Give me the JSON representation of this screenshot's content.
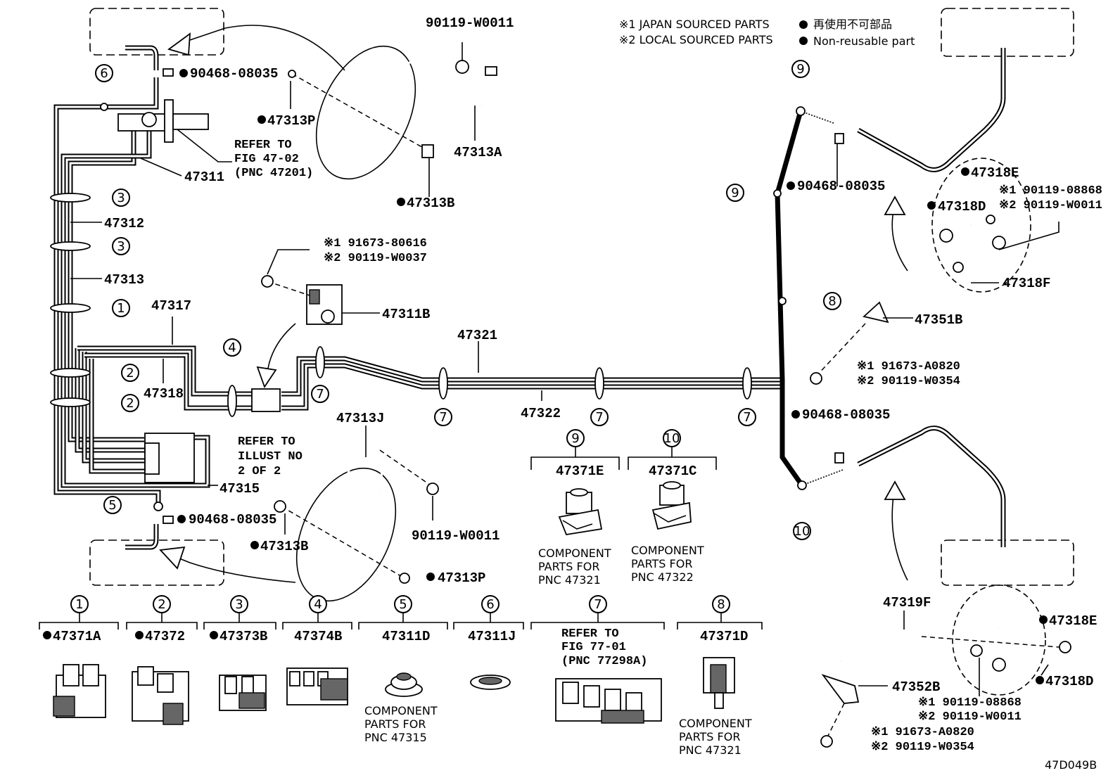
{
  "legend": {
    "line1": "※1 JAPAN SOURCED PARTS",
    "line1b": "再使用不可部品",
    "line2": "※2 LOCAL SOURCED PARTS",
    "line2b": "Non-reusable part"
  },
  "diagram_id": "47D049B",
  "labels": {
    "p90119_W0011_top": "90119-W0011",
    "p90468_top": "90468-08035",
    "p47313P_top": "47313P",
    "p47313A": "47313A",
    "p47313B_top": "47313B",
    "p47311": "47311",
    "refer_fig_47_02_a": "REFER TO",
    "refer_fig_47_02_b": "FIG 47-02",
    "refer_fig_47_02_c": "(PNC 47201)",
    "p47312": "47312",
    "p47313": "47313",
    "p47317": "47317",
    "p47318": "47318",
    "p47315": "47315",
    "refer_illust_a": "REFER TO",
    "refer_illust_b": "ILLUST NO",
    "refer_illust_c": "2 OF 2",
    "p91673_80616": "※1 91673-80616",
    "p90119_W0037": "※2 90119-W0037",
    "p47311B": "47311B",
    "p47321": "47321",
    "p47322": "47322",
    "p47313J": "47313J",
    "p90119_W0011_mid": "90119-W0011",
    "p90468_bot": "90468-08035",
    "p47313B_bot": "47313B",
    "p47313P_bot": "47313P",
    "p47371E": "47371E",
    "p47371C": "47371C",
    "comp_47321_a": "COMPONENT",
    "comp_47321_b": "PARTS FOR",
    "comp_47321_c": "PNC 47321",
    "comp_47322_a": "COMPONENT",
    "comp_47322_b": "PARTS FOR",
    "comp_47322_c": "PNC 47322",
    "p90468_r1": "90468-08035",
    "p47318E_top": "47318E",
    "p47318D_top": "47318D",
    "p90119_08868_top": "※1 90119-08868",
    "p90119_W0011_r": "※2 90119-W0011",
    "p47318F": "47318F",
    "p47351B": "47351B",
    "p91673_A0820_top": "※1 91673-A0820",
    "p90119_W0354_top": "※2 90119-W0354",
    "p90468_r2": "90468-08035",
    "p47319F": "47319F",
    "p47318E_bot": "47318E",
    "p47318D_bot": "47318D",
    "p47352B": "47352B",
    "p90119_08868_bot": "※1 90119-08868",
    "p90119_W0011_bot": "※2 90119-W0011",
    "p91673_A0820_bot": "※1 91673-A0820",
    "p90119_W0354_bot": "※2 90119-W0354",
    "p47371A": "47371A",
    "p47372": "47372",
    "p47373B": "47373B",
    "p47374B": "47374B",
    "p47311D": "47311D",
    "p47311J": "47311J",
    "refer_fig_77_a": "REFER TO",
    "refer_fig_77_b": "FIG 77-01",
    "refer_fig_77_c": "(PNC 77298A)",
    "p47371D": "47371D",
    "comp_47315_a": "COMPONENT",
    "comp_47315_b": "PARTS FOR",
    "comp_47315_c": "PNC 47315",
    "comp_47321b_a": "COMPONENT",
    "comp_47321b_b": "PARTS FOR",
    "comp_47321b_c": "PNC 47321"
  },
  "callouts": [
    "1",
    "2",
    "3",
    "4",
    "5",
    "6",
    "7",
    "8",
    "9",
    "10"
  ]
}
